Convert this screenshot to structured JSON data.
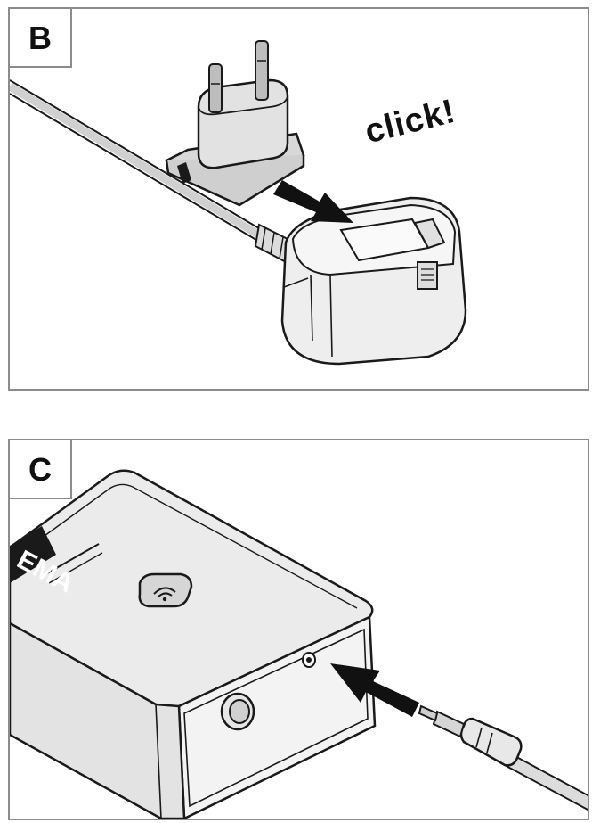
{
  "panels": [
    {
      "label": "B",
      "annotation": "click!",
      "icons": [
        "power-plug-icon",
        "adapter-body-icon",
        "insert-arrow-icon",
        "power-cable-icon"
      ]
    },
    {
      "label": "C",
      "logo_text": "EMA",
      "icons": [
        "router-box-icon",
        "wifi-badge-icon",
        "power-socket-icon",
        "insert-arrow-icon",
        "dc-jack-icon"
      ]
    }
  ],
  "colors": {
    "line": "#1a1a1a",
    "device_fill": "#e9e9e9",
    "device_light": "#f4f4f4",
    "border": "#8c8c8c"
  }
}
